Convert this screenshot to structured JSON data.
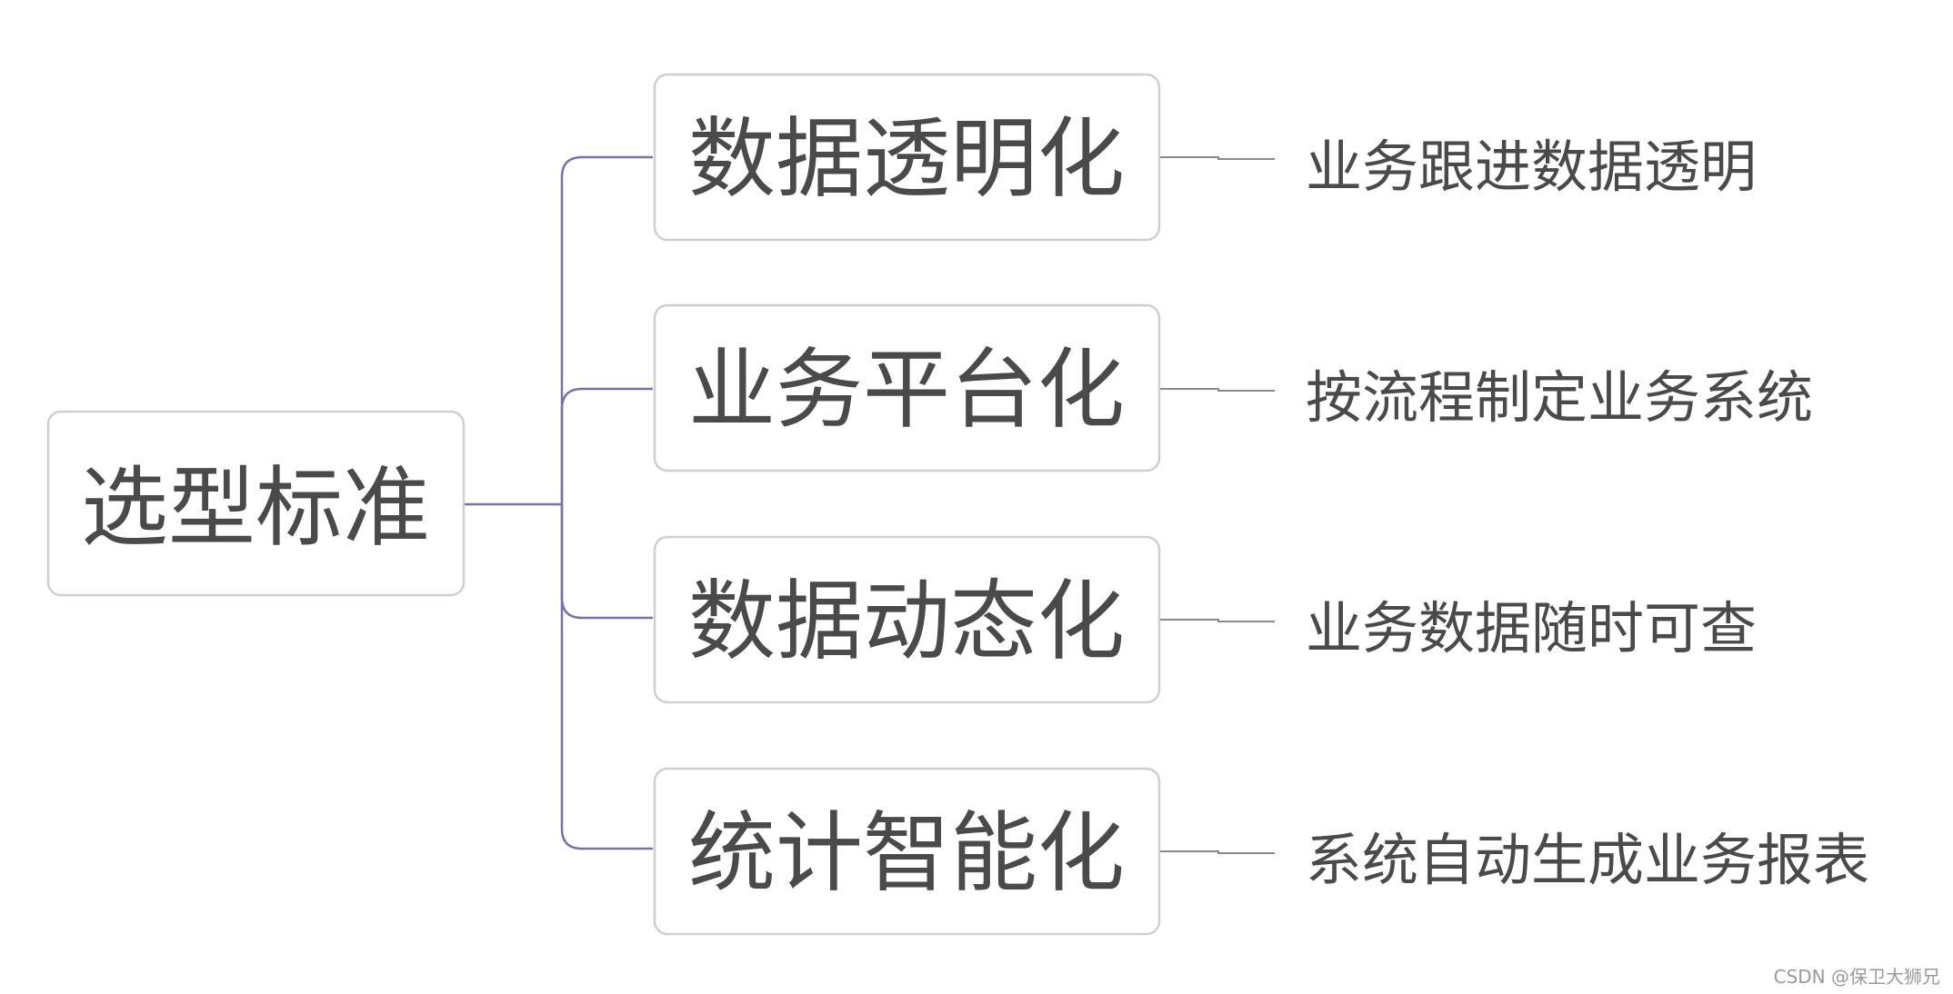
{
  "root": {
    "label": "选型标准"
  },
  "branches": [
    {
      "label": "数据透明化",
      "detail": "业务跟进数据透明"
    },
    {
      "label": "业务平台化",
      "detail": "按流程制定业务系统"
    },
    {
      "label": "数据动态化",
      "detail": "业务数据随时可查"
    },
    {
      "label": "统计智能化",
      "detail": "系统自动生成业务报表"
    }
  ],
  "watermark": "CSDN @保卫大狮兄",
  "colors": {
    "connector": "#7a72a6",
    "box_border": "#cfcfcf",
    "text": "#4a4a4a"
  }
}
